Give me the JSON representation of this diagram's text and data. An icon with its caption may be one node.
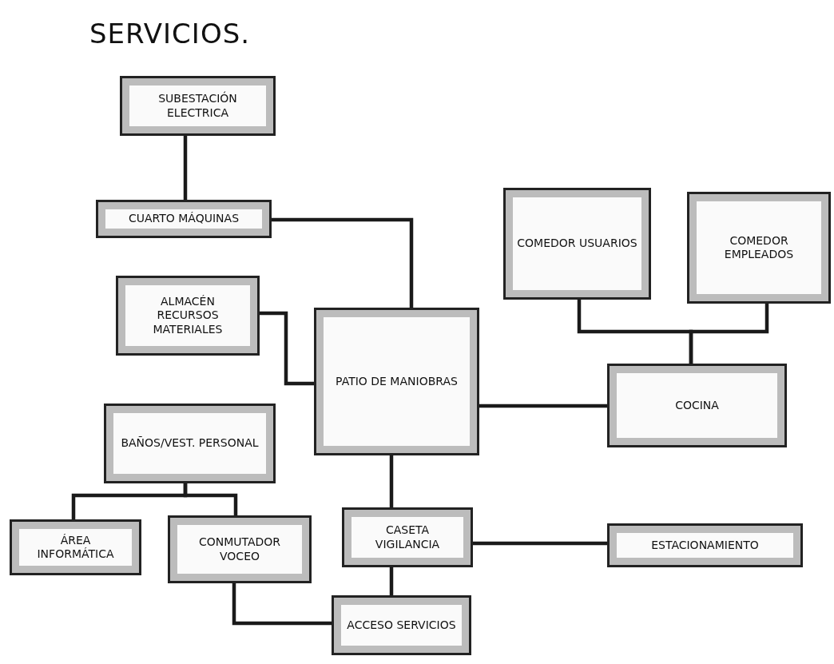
{
  "diagram": {
    "title": "SERVICIOS.",
    "nodes": [
      {
        "text": [
          "SUBESTACIÓN ELECTRICA"
        ]
      },
      {
        "text": [
          "CUARTO MÁQUINAS"
        ]
      },
      {
        "text": [
          "ALMACÉN RECURSOS MATERIALES"
        ]
      },
      {
        "text": [
          "PATIO DE MANIOBRAS"
        ]
      },
      {
        "text": [
          "COMEDOR USUARIOS"
        ]
      },
      {
        "text": [
          "COMEDOR EMPLEADOS"
        ]
      },
      {
        "text": [
          "COCINA"
        ]
      },
      {
        "text": [
          "BAÑOS/VEST. PERSONAL"
        ]
      },
      {
        "text": [
          "ÁREA INFORMÁTICA"
        ]
      },
      {
        "text": [
          "CONMUTADOR VOCEO"
        ]
      },
      {
        "text": [
          "CASETA VIGILANCIA"
        ]
      },
      {
        "text": [
          "ESTACIONAMIENTO"
        ]
      },
      {
        "text": [
          "ACCESO SERVICIOS"
        ]
      }
    ],
    "edges": [
      {
        "from": 0,
        "to": 1,
        "arrow": "none"
      },
      {
        "from": 1,
        "to": 3,
        "arrow": "none"
      },
      {
        "from": 2,
        "to": 3,
        "arrow": "none"
      },
      {
        "from": 4,
        "to": 6,
        "arrow": "none"
      },
      {
        "from": 5,
        "to": 6,
        "arrow": "none"
      },
      {
        "from": 3,
        "to": 6,
        "arrow": "none"
      },
      {
        "from": 7,
        "to": 8,
        "arrow": "none"
      },
      {
        "from": 7,
        "to": 9,
        "arrow": "none"
      },
      {
        "from": 3,
        "to": 10,
        "arrow": "none"
      },
      {
        "from": 10,
        "to": 11,
        "arrow": "none"
      },
      {
        "from": 10,
        "to": 12,
        "arrow": "none"
      },
      {
        "from": 9,
        "to": 12,
        "arrow": "none"
      }
    ]
  }
}
